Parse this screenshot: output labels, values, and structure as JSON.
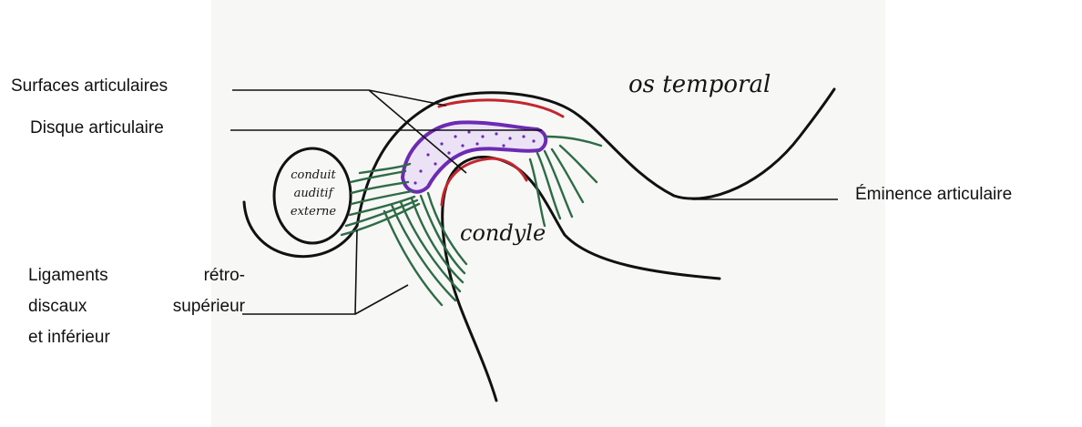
{
  "labels": {
    "surfaces_articulaires": "Surfaces articulaires",
    "disque_articulaire": "Disque articulaire",
    "eminence_articulaire": "Éminence articulaire",
    "ligaments": {
      "line1": "Ligaments rétro-",
      "line2": "discaux supérieur",
      "line3": "et inférieur"
    }
  },
  "handwritten": {
    "os_temporal": "os temporal",
    "condyle": "condyle",
    "conduit": {
      "line1": "conduit",
      "line2": "auditif",
      "line3": "externe"
    }
  },
  "colors": {
    "bone_outline": "#111111",
    "articular_surface": "#c4252c",
    "disc": "#6c2bb3",
    "ligament": "#2e6b45",
    "paper": "#f7f7f6"
  }
}
